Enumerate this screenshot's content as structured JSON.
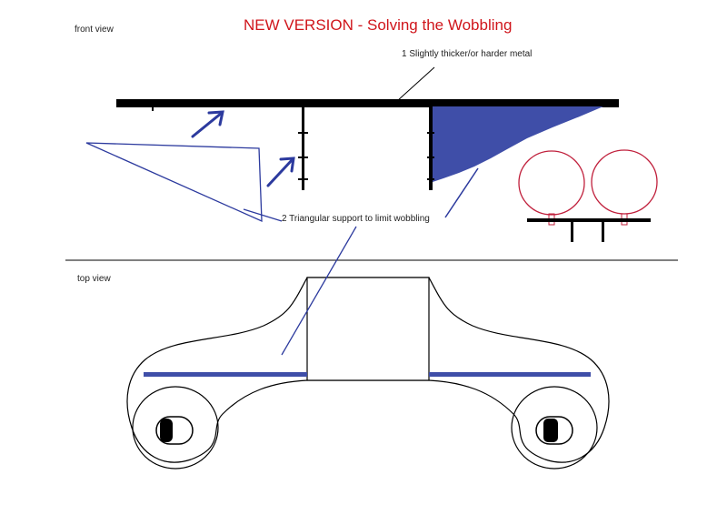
{
  "title": "NEW VERSION - Solving the Wobbling",
  "labels": {
    "front_view": "front view",
    "top_view": "top view",
    "note_1": "1 Slightly thicker/or harder metal",
    "note_2": "2 Triangular support to limit wobbling"
  },
  "colors": {
    "title": "#d0161c",
    "support_fill": "#3f4ea8",
    "arrow": "#2c3a9e",
    "outline": "#1a1a1a",
    "wheel_outline": "#c0203c"
  }
}
